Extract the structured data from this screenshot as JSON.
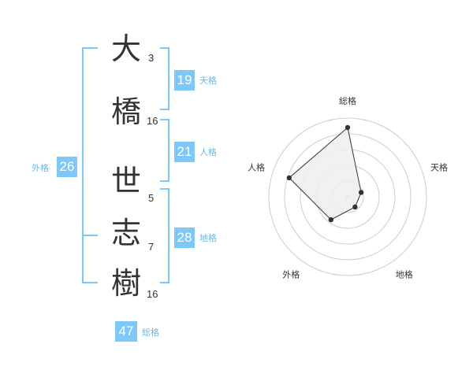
{
  "name": {
    "chars": [
      {
        "kanji": "大",
        "strokes": "3"
      },
      {
        "kanji": "橋",
        "strokes": "16"
      },
      {
        "kanji": "世",
        "strokes": "5"
      },
      {
        "kanji": "志",
        "strokes": "7"
      },
      {
        "kanji": "樹",
        "strokes": "16"
      }
    ]
  },
  "kakusu": {
    "tenkaku": {
      "value": "19",
      "label": "天格"
    },
    "jinkaku": {
      "value": "21",
      "label": "人格"
    },
    "chikaku": {
      "value": "28",
      "label": "地格"
    },
    "gaikaku": {
      "value": "26",
      "label": "外格"
    },
    "soukaku": {
      "value": "47",
      "label": "総格"
    }
  },
  "colors": {
    "accent": "#7cc8f8",
    "accent_text": "#6ab8ee",
    "radar_fill": "#efefef",
    "grid": "#cccccc",
    "text": "#333333"
  },
  "chart_data": {
    "type": "radar",
    "axes": [
      "総格",
      "天格",
      "地格",
      "外格",
      "人格"
    ],
    "values": [
      0.88,
      0.18,
      0.16,
      0.36,
      0.78
    ],
    "rings": 5
  }
}
